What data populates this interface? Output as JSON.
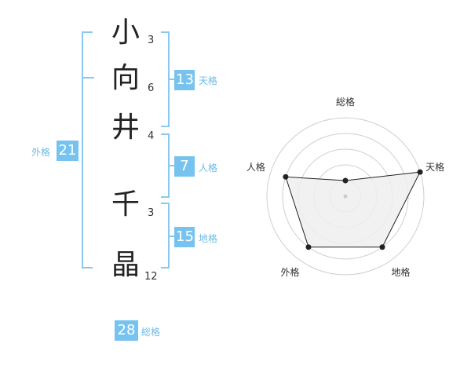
{
  "name": {
    "chars": [
      {
        "char": "小",
        "strokes": "3"
      },
      {
        "char": "向",
        "strokes": "6"
      },
      {
        "char": "井",
        "strokes": "4"
      },
      {
        "char": "千",
        "strokes": "3"
      },
      {
        "char": "晶",
        "strokes": "12"
      }
    ]
  },
  "scores": {
    "tenkaku": {
      "value": "13",
      "label": "天格"
    },
    "jinkaku": {
      "value": "7",
      "label": "人格"
    },
    "chikaku": {
      "value": "15",
      "label": "地格"
    },
    "gaikaku": {
      "value": "21",
      "label": "外格"
    },
    "soukaku": {
      "value": "28",
      "label": "総格"
    }
  },
  "colors": {
    "accent": "#77c3f0",
    "bracket": "#8ac8ef",
    "label": "#6bbbe8"
  },
  "chart_data": {
    "type": "radar",
    "axes": [
      "総格",
      "天格",
      "地格",
      "外格",
      "人格"
    ],
    "rings": 5,
    "values": [
      0.2,
      1.0,
      0.8,
      0.8,
      0.8
    ],
    "range": [
      0,
      1
    ]
  }
}
